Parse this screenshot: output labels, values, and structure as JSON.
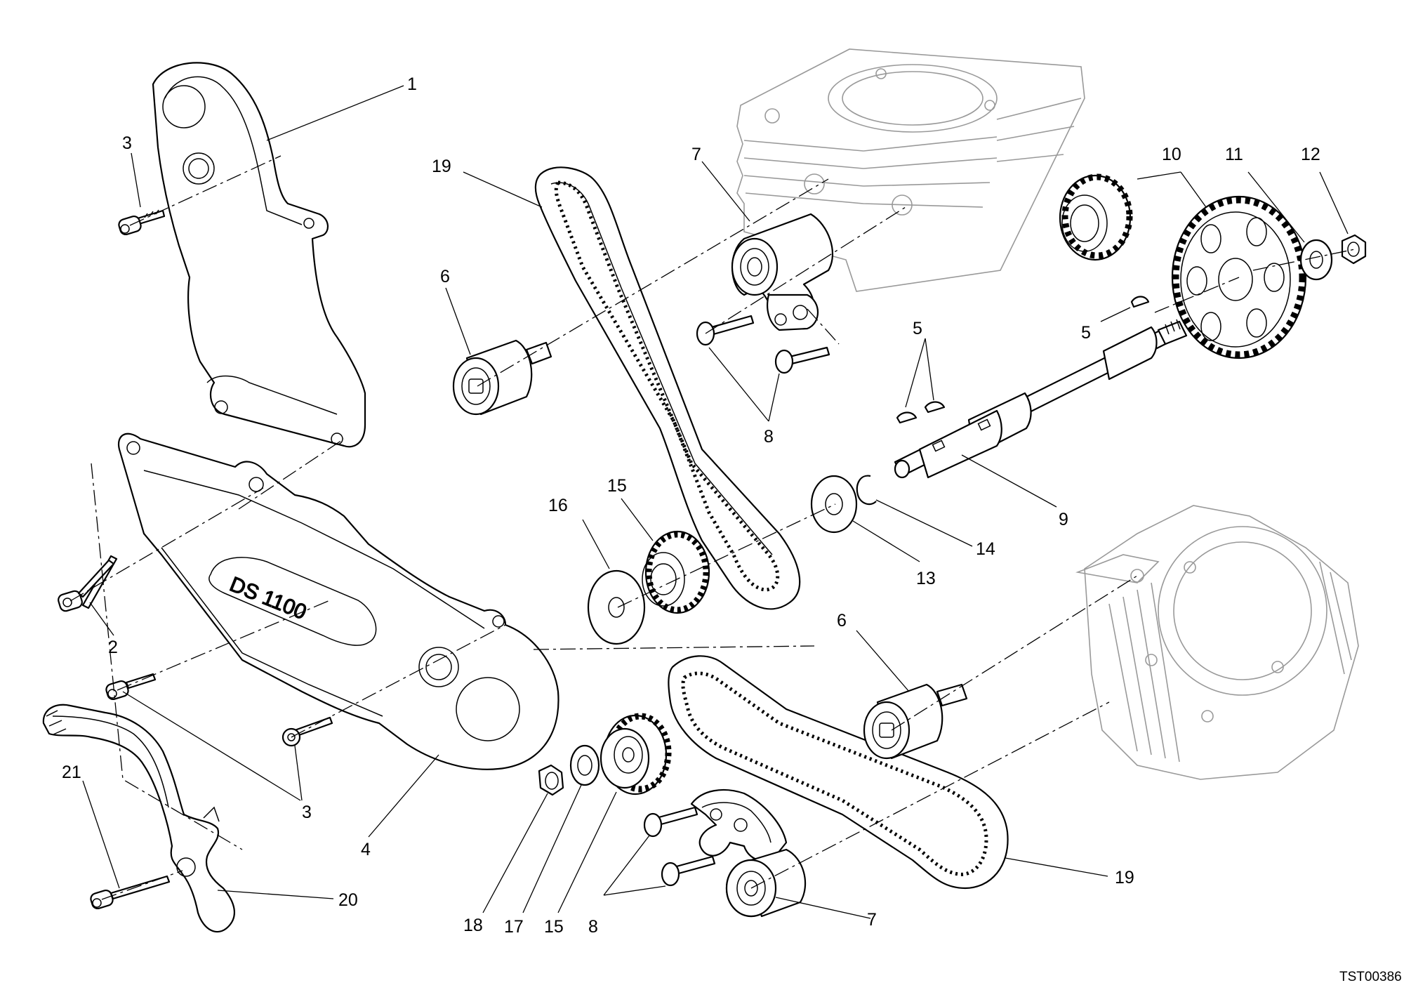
{
  "diagram": {
    "code": "TST00386",
    "logo_text": "DS 1100",
    "callouts": [
      {
        "id": "c1",
        "label": "1"
      },
      {
        "id": "c3a",
        "label": "3"
      },
      {
        "id": "c2",
        "label": "2"
      },
      {
        "id": "c3b",
        "label": "3"
      },
      {
        "id": "c4",
        "label": "4"
      },
      {
        "id": "c21",
        "label": "21"
      },
      {
        "id": "c20",
        "label": "20"
      },
      {
        "id": "c19a",
        "label": "19"
      },
      {
        "id": "c6a",
        "label": "6"
      },
      {
        "id": "c7a",
        "label": "7"
      },
      {
        "id": "c8a",
        "label": "8"
      },
      {
        "id": "c16",
        "label": "16"
      },
      {
        "id": "c15a",
        "label": "15"
      },
      {
        "id": "c18",
        "label": "18"
      },
      {
        "id": "c17",
        "label": "17"
      },
      {
        "id": "c15b",
        "label": "15"
      },
      {
        "id": "c8b",
        "label": "8"
      },
      {
        "id": "c7b",
        "label": "7"
      },
      {
        "id": "c19b",
        "label": "19"
      },
      {
        "id": "c10",
        "label": "10"
      },
      {
        "id": "c11",
        "label": "11"
      },
      {
        "id": "c12",
        "label": "12"
      },
      {
        "id": "c5a",
        "label": "5"
      },
      {
        "id": "c5b",
        "label": "5"
      },
      {
        "id": "c9",
        "label": "9"
      },
      {
        "id": "c14",
        "label": "14"
      },
      {
        "id": "c13",
        "label": "13"
      },
      {
        "id": "c6b",
        "label": "6"
      }
    ]
  }
}
